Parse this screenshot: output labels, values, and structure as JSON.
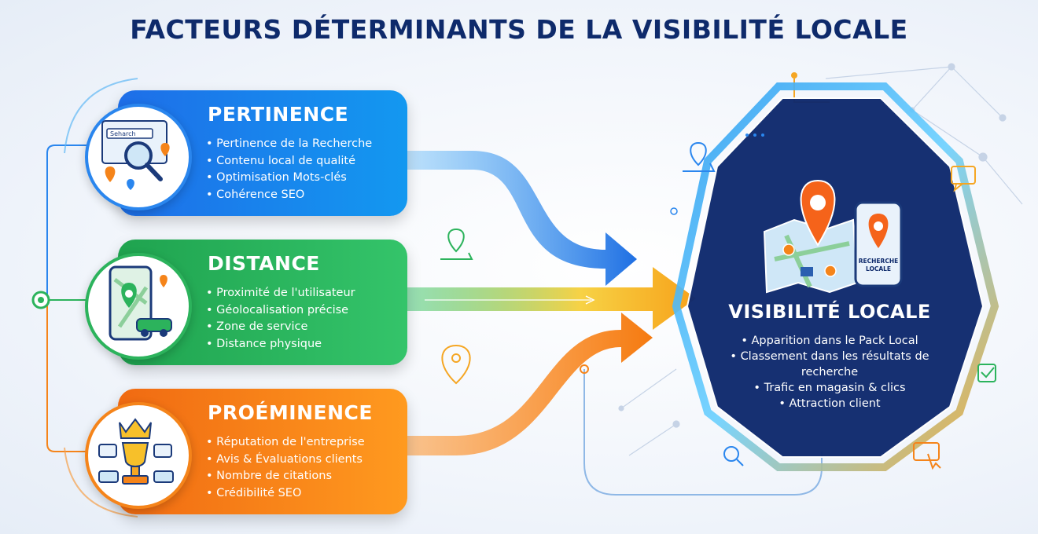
{
  "title": "FACTEURS DÉTERMINANTS DE LA VISIBILITÉ LOCALE",
  "factors": [
    {
      "heading": "PERTINENCE",
      "items": [
        "Pertinence de la Recherche",
        "Contenu local de qualité",
        "Optimisation Mots-clés",
        "Cohérence SEO"
      ],
      "search_box": "Seharch"
    },
    {
      "heading": "DISTANCE",
      "items": [
        "Proximité de l'utilisateur",
        "Géolocalisation précise",
        "Zone de service",
        "Distance physique"
      ]
    },
    {
      "heading": "PROÉMINENCE",
      "items": [
        "Réputation de l'entreprise",
        "Avis & Évaluations clients",
        "Nombre de citations",
        "Crédibilité SEO"
      ]
    }
  ],
  "result": {
    "heading": "VISIBILITÉ LOCALE",
    "phone_label_line1": "RECHERCHE",
    "phone_label_line2": "LOCALE",
    "items": [
      "Apparition dans le Pack Local",
      "Classement dans les résultats de recherche",
      "Trafic en magasin & clics",
      "Attraction client"
    ]
  },
  "colors": {
    "title": "#0e2a6b",
    "blue": "#1e6ee8",
    "green": "#1fa34f",
    "orange": "#f06a12",
    "octagon": "#0f2a6e"
  },
  "icons": [
    "magnifier-icon",
    "map-pin-icon",
    "phone-map-icon",
    "car-icon",
    "trophy-icon",
    "crown-icon",
    "star-icon",
    "speech-bubble-icon",
    "user-pin-icon",
    "checkbox-icon",
    "click-icon",
    "search-icon"
  ]
}
